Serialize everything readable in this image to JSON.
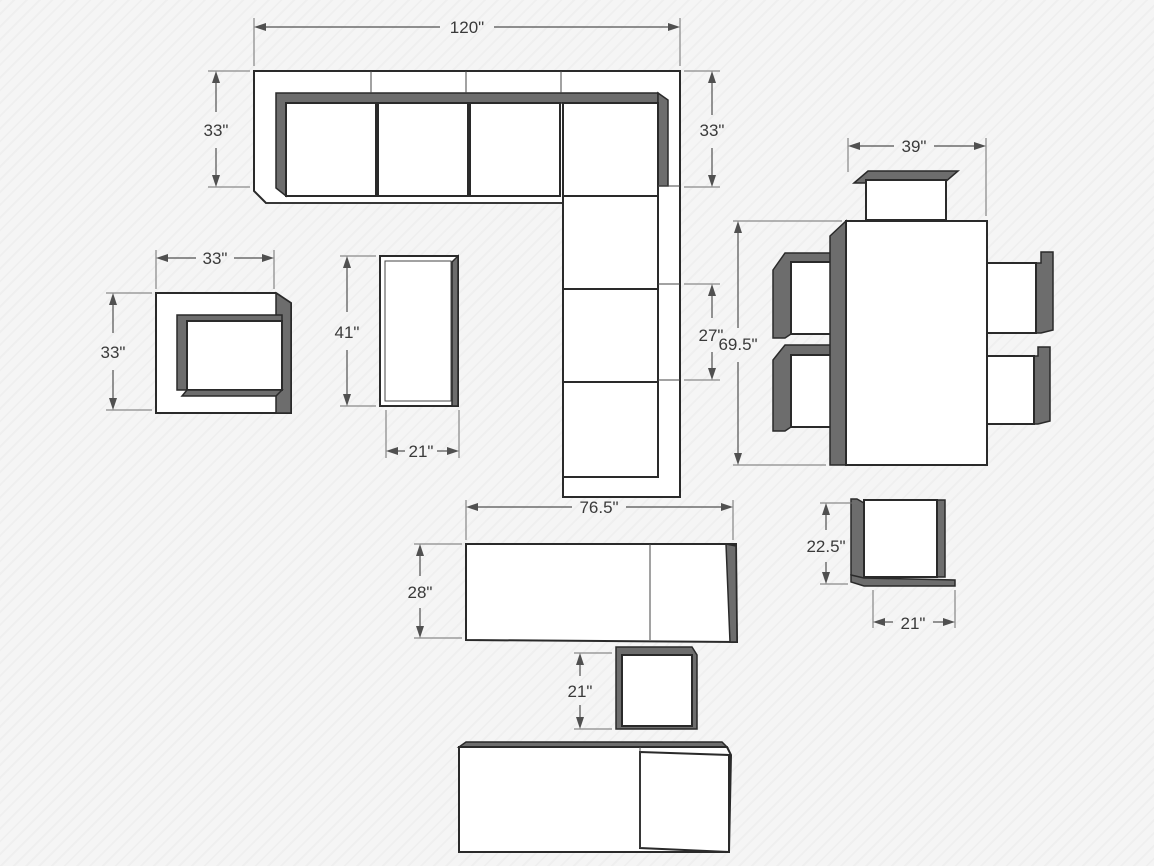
{
  "dimensions": {
    "sectional_width": "120\"",
    "sectional_left_depth": "33\"",
    "sectional_right_depth": "33\"",
    "chair_width": "33\"",
    "chair_depth": "33\"",
    "coffee_table_length": "41\"",
    "coffee_table_width": "21\"",
    "sectional_seat_depth": "27\"",
    "dining_table_length": "69.5\"",
    "dining_table_width": "39\"",
    "dining_chair_depth": "22.5\"",
    "dining_chair_width": "21\"",
    "lounge_length": "76.5\"",
    "lounge_width": "28\"",
    "ottoman_size": "21\""
  }
}
